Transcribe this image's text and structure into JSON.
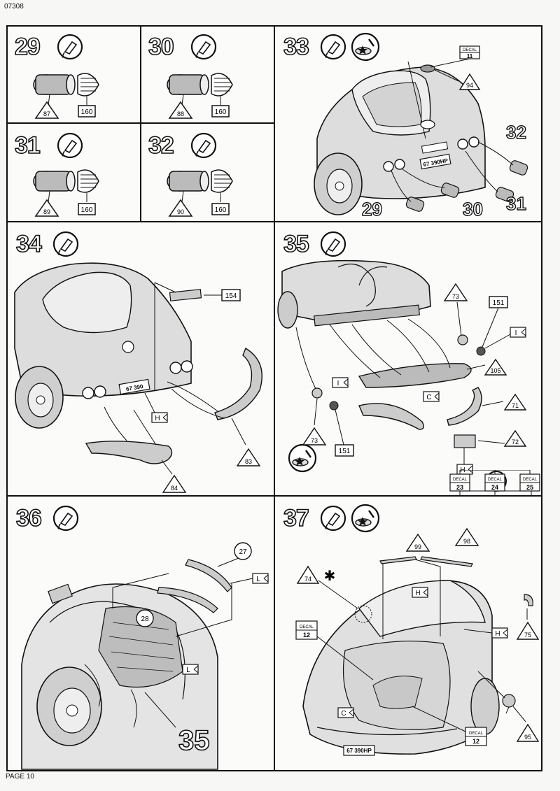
{
  "header": {
    "doc_code": "07308"
  },
  "footer": {
    "page_label": "PAGE 10"
  },
  "steps": {
    "s29": {
      "number": "29",
      "part_triangle": "87",
      "part_box": "160"
    },
    "s30": {
      "number": "30",
      "part_triangle": "88",
      "part_box": "160"
    },
    "s31": {
      "number": "31",
      "part_triangle": "89",
      "part_box": "160"
    },
    "s32": {
      "number": "32",
      "part_triangle": "90",
      "part_box": "160"
    },
    "s33": {
      "number": "33",
      "decal_label": "DECAL",
      "decal_num": "11",
      "part_94": "94",
      "ref_32": "32",
      "ref_31": "31",
      "ref_30": "30",
      "ref_29": "29",
      "plate": "67 390HP"
    },
    "s34": {
      "number": "34",
      "part_154": "154",
      "part_83": "83",
      "part_84": "84",
      "letter_h": "H",
      "plate": "67 390"
    },
    "s35": {
      "number": "35",
      "part_73a": "73",
      "part_151a": "151",
      "letter_i_a": "I",
      "part_105": "105",
      "letter_c": "C",
      "part_71": "71",
      "part_72": "72",
      "letter_i_b": "I",
      "part_73b": "73",
      "part_151b": "151",
      "letter_h": "H",
      "question": "?",
      "decal_label": "DECAL",
      "decal_23": "23",
      "decal_24": "24",
      "decal_25": "25"
    },
    "s36": {
      "number": "36",
      "part_27": "27",
      "letter_l_a": "L",
      "part_28": "28",
      "letter_l_b": "L",
      "ref_35": "35"
    },
    "s37": {
      "number": "37",
      "part_99": "99",
      "part_98": "98",
      "part_74": "74",
      "letter_h_a": "H",
      "decal_label": "DECAL",
      "decal_12a": "12",
      "letter_h_b": "H",
      "part_75": "75",
      "letter_c": "C",
      "decal_12b": "12",
      "part_95": "95",
      "plate": "67 390HP"
    }
  }
}
